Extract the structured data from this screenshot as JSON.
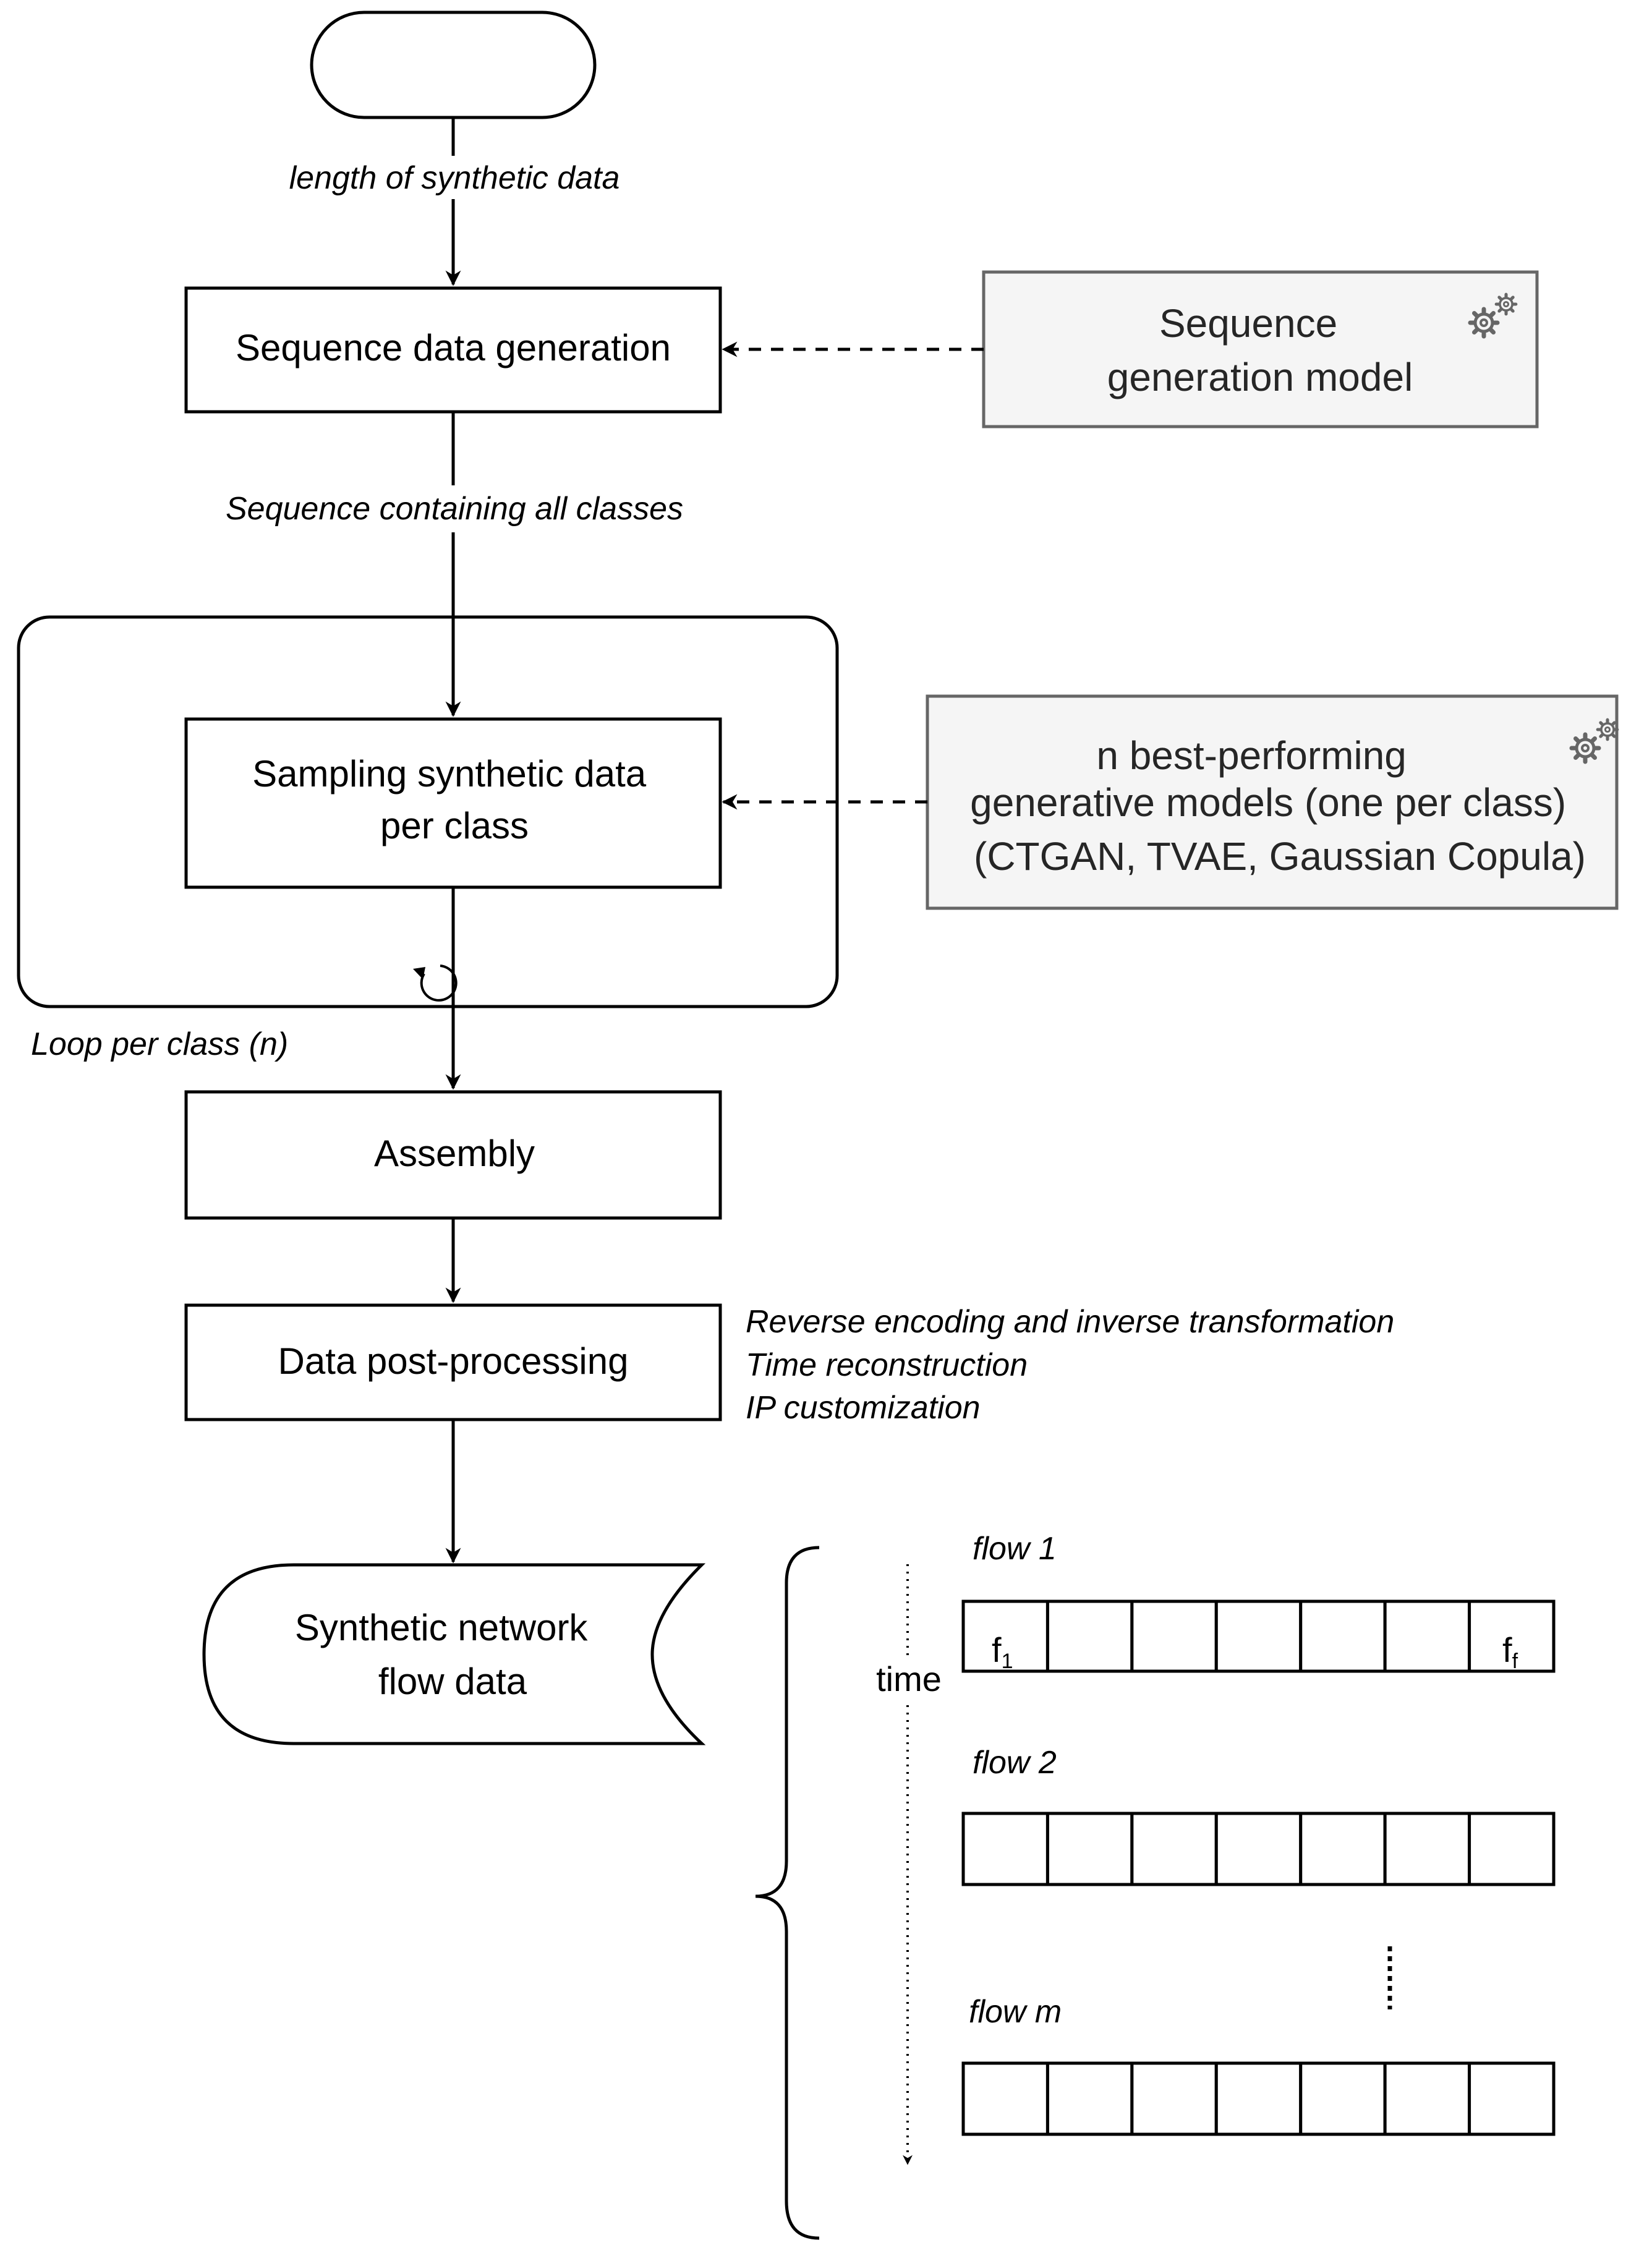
{
  "start_node": {
    "label": ""
  },
  "edges": {
    "length_label": "length of synthetic data",
    "sequence_label": "Sequence containing all classes"
  },
  "nodes": {
    "sequence_generation": "Sequence data generation",
    "sampling": [
      "Sampling synthetic data",
      "per class"
    ],
    "assembly": "Assembly",
    "post_processing": "Data post-processing",
    "output": [
      "Synthetic network",
      "flow data"
    ]
  },
  "external_models": {
    "sequence_model": [
      "Sequence",
      "generation model"
    ],
    "generative_models": [
      "n best-performing",
      "generative models (one per class)",
      "(CTGAN, TVAE, Gaussian Copula)"
    ]
  },
  "loop": {
    "label": "Loop per class (n)"
  },
  "post_processing_steps": [
    "Reverse encoding and  inverse transformation",
    "Time reconstruction",
    "IP customization"
  ],
  "flows": {
    "time_label": "time",
    "flow_labels": [
      "flow 1",
      "flow 2",
      "flow m"
    ],
    "first_feature": "f",
    "first_feature_sub": "1",
    "last_feature": "f",
    "last_feature_sub": "f",
    "cells_per_flow": 7
  },
  "colors": {
    "stroke": "#000000",
    "external_fill": "#f5f5f5",
    "external_stroke": "#666666",
    "gear": "#666666"
  },
  "icons": [
    "gear-icon",
    "loop-icon",
    "brace-icon"
  ]
}
